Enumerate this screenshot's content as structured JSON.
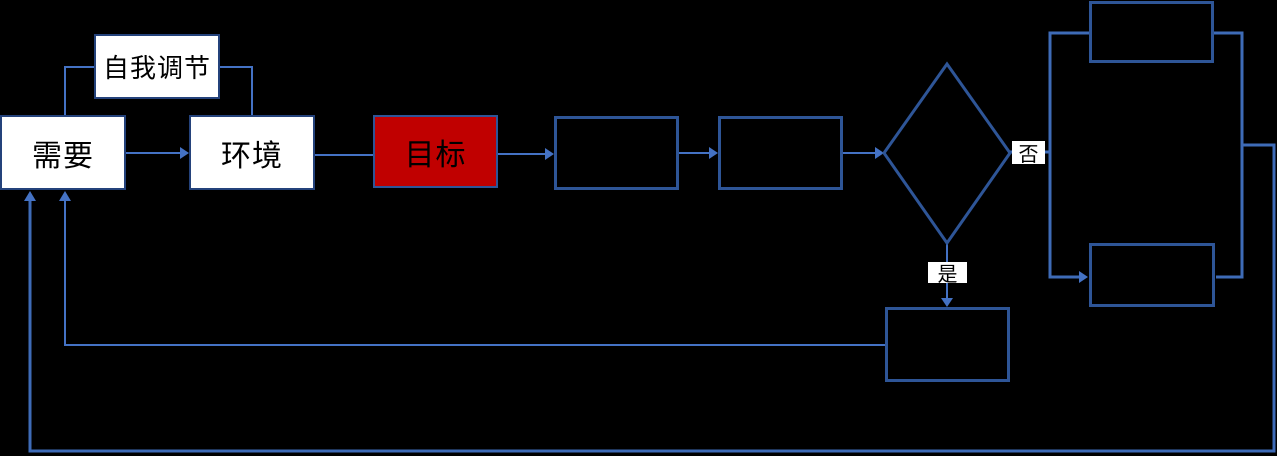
{
  "diagram": {
    "background": "#000000",
    "colors": {
      "white_box_border": "#24427B",
      "shape_border": "#2E5597",
      "connector": "#4472C4",
      "goal_fill": "#C00000",
      "white_box_fill": "#FFFFFF",
      "text": "#000000"
    },
    "nodes": {
      "need": {
        "label": "需要"
      },
      "self_regulation": {
        "label": "自我调节"
      },
      "environment": {
        "label": "环境"
      },
      "goal": {
        "label": "目标"
      },
      "process_1": {
        "label": ""
      },
      "process_2": {
        "label": ""
      },
      "decision": {
        "label": ""
      },
      "no_branch_top_box": {
        "label": ""
      },
      "no_branch_bottom_box": {
        "label": ""
      },
      "yes_branch_box": {
        "label": ""
      }
    },
    "branch_labels": {
      "no": "否",
      "yes": "是"
    }
  }
}
